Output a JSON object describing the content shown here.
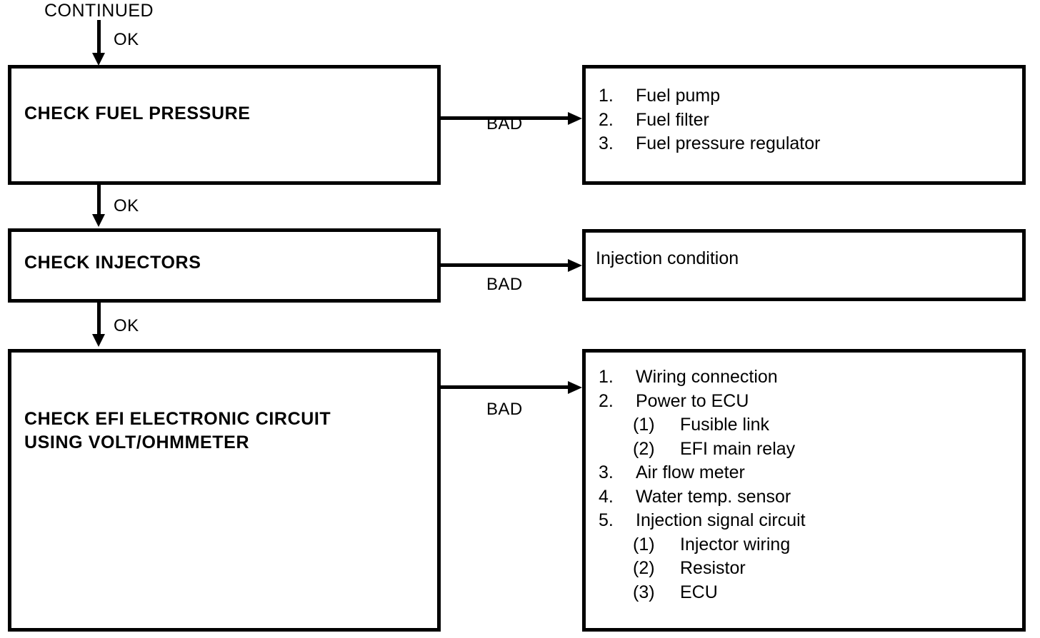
{
  "diagram": {
    "title": "EFI Troubleshooting Flowchart",
    "entry_label": "CONTINUED",
    "edge_labels": {
      "ok": "OK",
      "bad": "BAD"
    },
    "ink_color": "#000000",
    "paper_color": "#ffffff"
  },
  "steps": [
    {
      "id": "check-fuel-pressure",
      "heading": "CHECK FUEL PRESSURE",
      "in_label": "CONTINUED",
      "in_edge": "OK",
      "out_edge": "OK",
      "fail_edge": "BAD"
    },
    {
      "id": "check-injectors",
      "heading": "CHECK INJECTORS",
      "in_edge": "OK",
      "out_edge": "OK",
      "fail_edge": "BAD"
    },
    {
      "id": "check-efi-electronic-circuit",
      "heading": "CHECK EFI ELECTRONIC CIRCUIT\nUSING VOLT/OHMMETER",
      "in_edge": "OK",
      "fail_edge": "BAD"
    }
  ],
  "results": [
    {
      "id": "fuel-pressure-causes",
      "items": [
        {
          "marker": "1.",
          "text": "Fuel pump",
          "level": 1
        },
        {
          "marker": "2.",
          "text": "Fuel filter",
          "level": 1
        },
        {
          "marker": "3.",
          "text": "Fuel pressure regulator",
          "level": 1
        }
      ]
    },
    {
      "id": "injector-causes",
      "items": [
        {
          "marker": "",
          "text": "Injection condition",
          "level": 0
        }
      ]
    },
    {
      "id": "efi-circuit-causes",
      "items": [
        {
          "marker": "1.",
          "text": "Wiring connection",
          "level": 1
        },
        {
          "marker": "2.",
          "text": "Power to ECU",
          "level": 1
        },
        {
          "marker": "(1)",
          "text": "Fusible link",
          "level": 2
        },
        {
          "marker": "(2)",
          "text": "EFI main relay",
          "level": 2
        },
        {
          "marker": "3.",
          "text": "Air flow meter",
          "level": 1
        },
        {
          "marker": "4.",
          "text": "Water temp. sensor",
          "level": 1
        },
        {
          "marker": "5.",
          "text": "Injection signal circuit",
          "level": 1
        },
        {
          "marker": "(1)",
          "text": "Injector wiring",
          "level": 2
        },
        {
          "marker": "(2)",
          "text": "Resistor",
          "level": 2
        },
        {
          "marker": "(3)",
          "text": "ECU",
          "level": 2
        }
      ]
    }
  ]
}
